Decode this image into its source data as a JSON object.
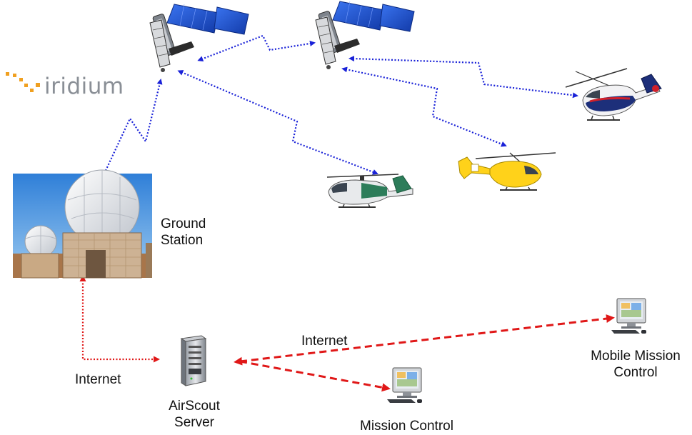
{
  "logo": {
    "text": "iridium",
    "dot_color": "#f0a020",
    "text_color": "#8a8f96"
  },
  "labels": {
    "ground_station_line1": "Ground",
    "ground_station_line2": "Station",
    "internet_left": "Internet",
    "internet_top": "Internet",
    "airscout_line1": "AirScout",
    "airscout_line2": "Server",
    "mission_control": "Mission Control",
    "mobile_line1": "Mobile Mission",
    "mobile_line2": "Control"
  },
  "icons": {
    "satellite": "satellite-icon",
    "helicopter": "helicopter-icon",
    "ground_station": "ground-station-icon",
    "server": "server-icon",
    "workstation": "computer-icon"
  },
  "colors": {
    "satellite_link": "#1a22d8",
    "internet_link": "#e01818",
    "panel_blue": "#1f4fd0"
  }
}
